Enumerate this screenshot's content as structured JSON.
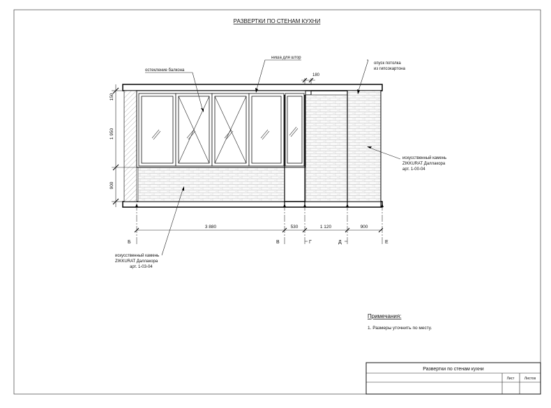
{
  "title": "РАЗВЕРТКИ ПО СТЕНАМ КУХНИ",
  "callouts": {
    "glazing": "остекление балкона",
    "niche": "ниша для штор",
    "ceiling_line1": "опуск потолка",
    "ceiling_line2": "из гипсокартона",
    "stone_right_line1": "искусственный камень",
    "stone_right_line2": "ZIKKURAT Даллакора",
    "stone_right_line3": "арт. 1-00-04",
    "stone_left_line1": "искусственный камень",
    "stone_left_line2": "ZIKKURAT Даллакора",
    "stone_left_line3": "арт. 1-03-04"
  },
  "dimensions": {
    "vertical": [
      "150",
      "1 950",
      "900"
    ],
    "top_niche": "180",
    "horizontal": [
      "3 880",
      "530",
      "1 120",
      "900"
    ]
  },
  "axes": [
    "Б",
    "В",
    "Г",
    "Д",
    "Е"
  ],
  "notes": {
    "heading": "Примечания:",
    "item1": "1. Размеры уточнить по месту."
  },
  "stamp": {
    "name": "Развертки по стенам кухни",
    "sheet_label": "Лист",
    "sheets_label": "Листов"
  }
}
